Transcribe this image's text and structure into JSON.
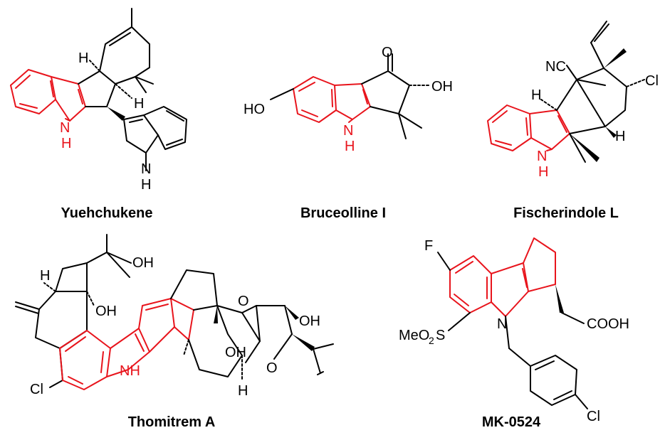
{
  "colors": {
    "highlight": "#e8141c",
    "bond": "#000000",
    "background": "#ffffff"
  },
  "compounds": [
    {
      "name": "Yuehchukene",
      "atoms": {
        "h1": "H",
        "h2": "H",
        "nh_core": "N",
        "h_core": "H",
        "nh_ind": "N",
        "h_ind": "H"
      }
    },
    {
      "name": "Bruceolline I",
      "atoms": {
        "o_ketone": "O",
        "oh_right": "OH",
        "ho_left": "HO",
        "n": "N",
        "h": "H"
      }
    },
    {
      "name": "Fischerindole L",
      "atoms": {
        "nc": "NC",
        "cl": "Cl",
        "h1": "H",
        "h2": "H",
        "n": "N",
        "h": "H"
      }
    },
    {
      "name": "Thomitrem A",
      "atoms": {
        "oh_top": "OH",
        "h_top": "H",
        "oh_mid": "OH",
        "cl": "Cl",
        "nh": "NH",
        "o_epox": "O",
        "oh_right": "OH",
        "oh_ring": "OH",
        "o_ring": "O",
        "h_bottom": "H"
      }
    },
    {
      "name": "MK-0524",
      "atoms": {
        "f": "F",
        "meo2s_a": "MeO",
        "meo2s_b": "2",
        "meo2s_c": "S",
        "n": "N",
        "cooh": "COOH",
        "cl": "Cl"
      }
    }
  ]
}
